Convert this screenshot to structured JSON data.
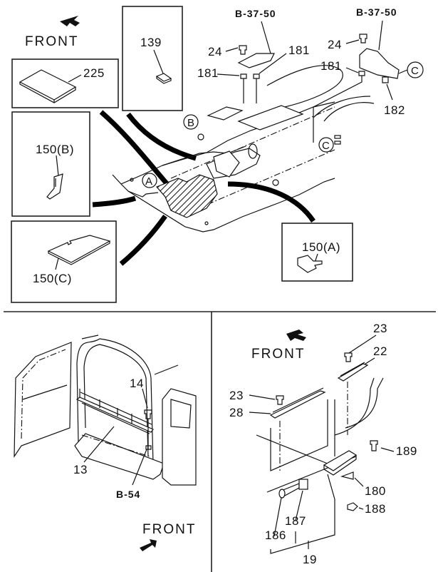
{
  "diagram": {
    "title": "Floor insulators and rear/side step plates – exploded parts diagram",
    "panels": {
      "top": {
        "front_label": "FRONT",
        "refs": [
          "B-37-50",
          "B-37-50"
        ],
        "callout_circles": [
          "A",
          "B",
          "C",
          "C"
        ],
        "insets": [
          {
            "part": "225"
          },
          {
            "part": "139"
          },
          {
            "part": "150(B)"
          },
          {
            "part": "150(C)"
          },
          {
            "part": "150(A)"
          }
        ],
        "parts": [
          "24",
          "181",
          "181",
          "24",
          "181",
          "182"
        ]
      },
      "bottom_left": {
        "front_label": "FRONT",
        "parts": [
          "14",
          "13"
        ],
        "ref": "B-54"
      },
      "bottom_right": {
        "front_label": "FRONT",
        "parts": [
          "23",
          "22",
          "23",
          "28",
          "189",
          "180",
          "188",
          "187",
          "186",
          "19"
        ]
      }
    }
  }
}
